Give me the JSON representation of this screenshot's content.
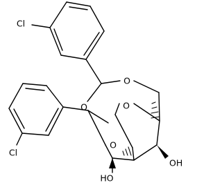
{
  "molecule": {
    "atoms": {
      "cl_top": "Cl",
      "cl_bottom": "Cl",
      "o_dioxane": "O",
      "o_left": "O",
      "o_bridge_upper": "O",
      "o_bridge_lower": "O",
      "oh_right": "OH",
      "oh_bottom": "HO"
    }
  }
}
